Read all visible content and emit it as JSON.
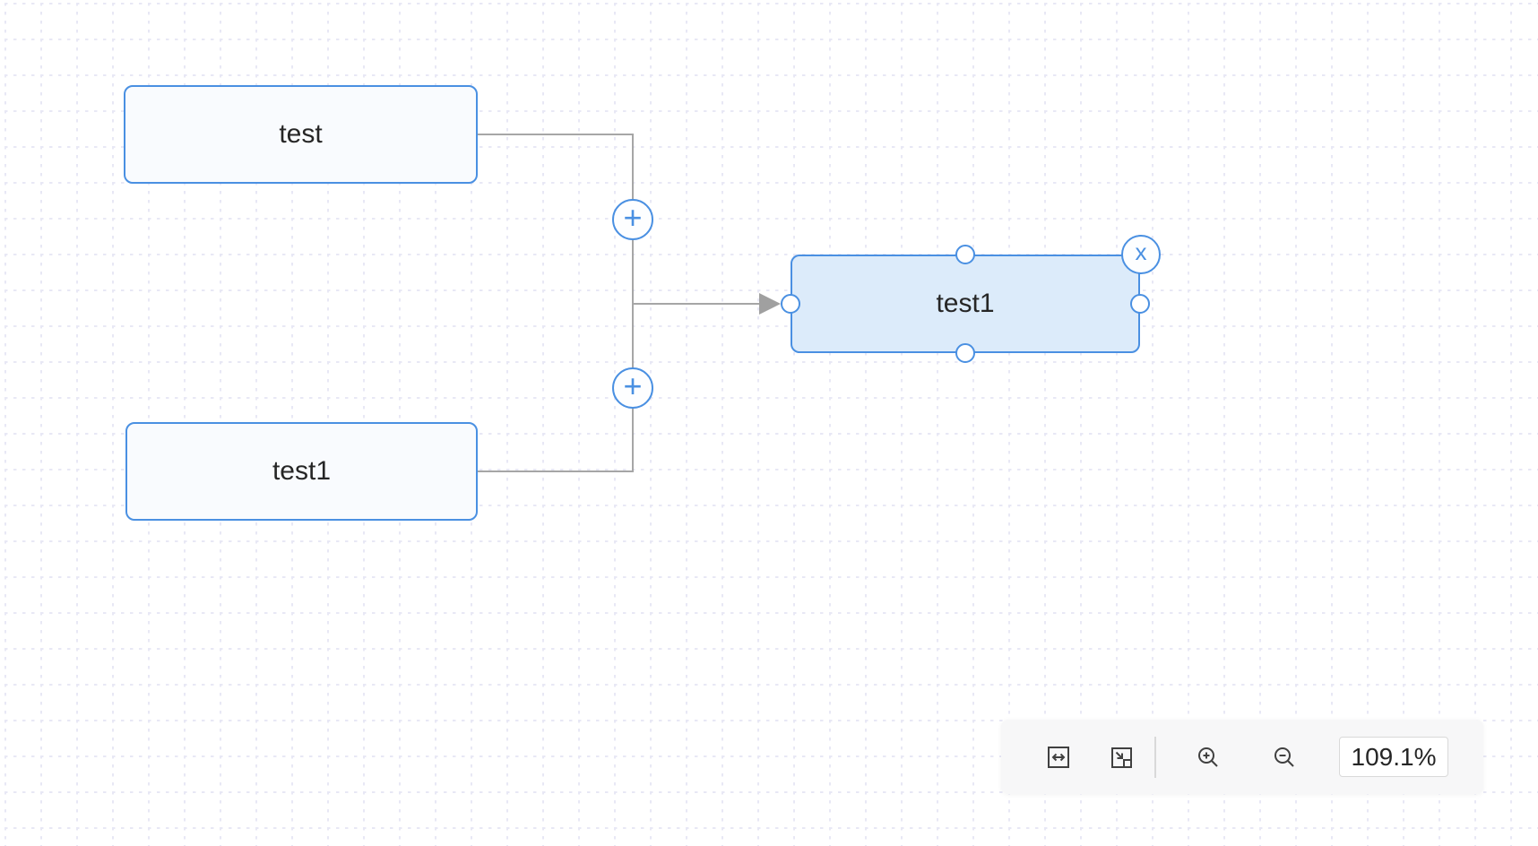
{
  "app": {
    "type": "flow-diagram-editor"
  },
  "canvas": {
    "grid_color": "#e8e8f5",
    "edge_color": "#a6a6a6",
    "node_colors": {
      "border": "#4a90e2",
      "fill": "#f9fbfe",
      "selected_fill": "#dcebfa"
    },
    "nodes": [
      {
        "id": "node-test",
        "label": "test",
        "selected": false
      },
      {
        "id": "node-test1-left",
        "label": "test1",
        "selected": false
      },
      {
        "id": "node-test1-right",
        "label": "test1",
        "selected": true
      }
    ],
    "edge_tools": {
      "add_label": "+",
      "remove_label": "x"
    }
  },
  "toolbar": {
    "buttons": [
      {
        "name": "fit-width"
      },
      {
        "name": "fit-content"
      },
      {
        "name": "zoom-in"
      },
      {
        "name": "zoom-out"
      }
    ],
    "zoom_value": "109.1%"
  }
}
